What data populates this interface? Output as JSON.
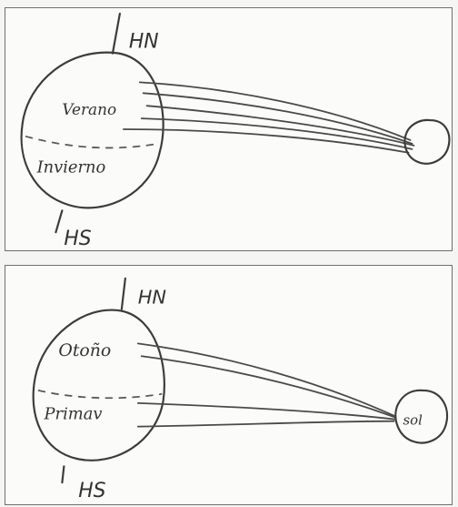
{
  "top_panel": {
    "north_label": "HN",
    "south_label": "HS",
    "upper_season": "Verano",
    "lower_season": "Invierno"
  },
  "bottom_panel": {
    "north_label": "HN",
    "south_label": "HS",
    "upper_season": "Otoño",
    "lower_season": "Primav",
    "sun_label": "sol"
  },
  "colors": {
    "ink": "#3c3c3c",
    "paper": "#fbfbfa",
    "frame": "#6f6f6f"
  }
}
